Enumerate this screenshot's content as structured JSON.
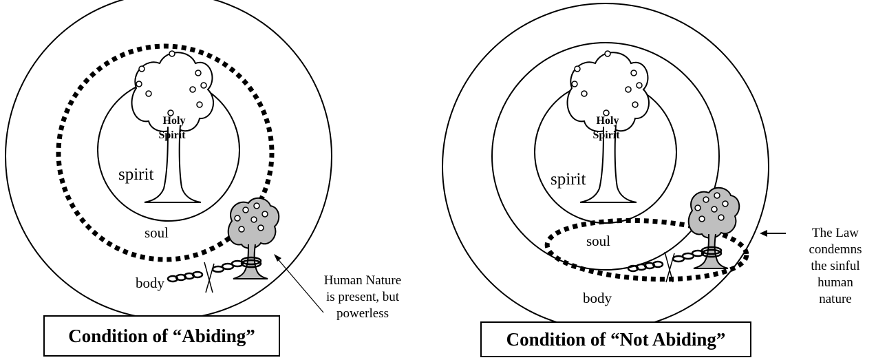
{
  "left_diagram": {
    "tree_label_line1": "Holy",
    "tree_label_line2": "Spirit",
    "spirit_label": "spirit",
    "soul_label": "soul",
    "body_label": "body",
    "caption": "Condition of “Abiding”",
    "note_line1": "Human Nature",
    "note_line2": "is present, but",
    "note_line3": "powerless"
  },
  "right_diagram": {
    "tree_label_line1": "Holy",
    "tree_label_line2": "Spirit",
    "spirit_label": "spirit",
    "soul_label": "soul",
    "body_label": "body",
    "caption": "Condition of “Not Abiding”",
    "note_line1": "The Law",
    "note_line2": "condemns",
    "note_line3": "the sinful",
    "note_line4": "human",
    "note_line5": "nature"
  },
  "colors": {
    "stroke": "#000000",
    "tree_fill": "#bfbfbf",
    "background": "#ffffff"
  }
}
